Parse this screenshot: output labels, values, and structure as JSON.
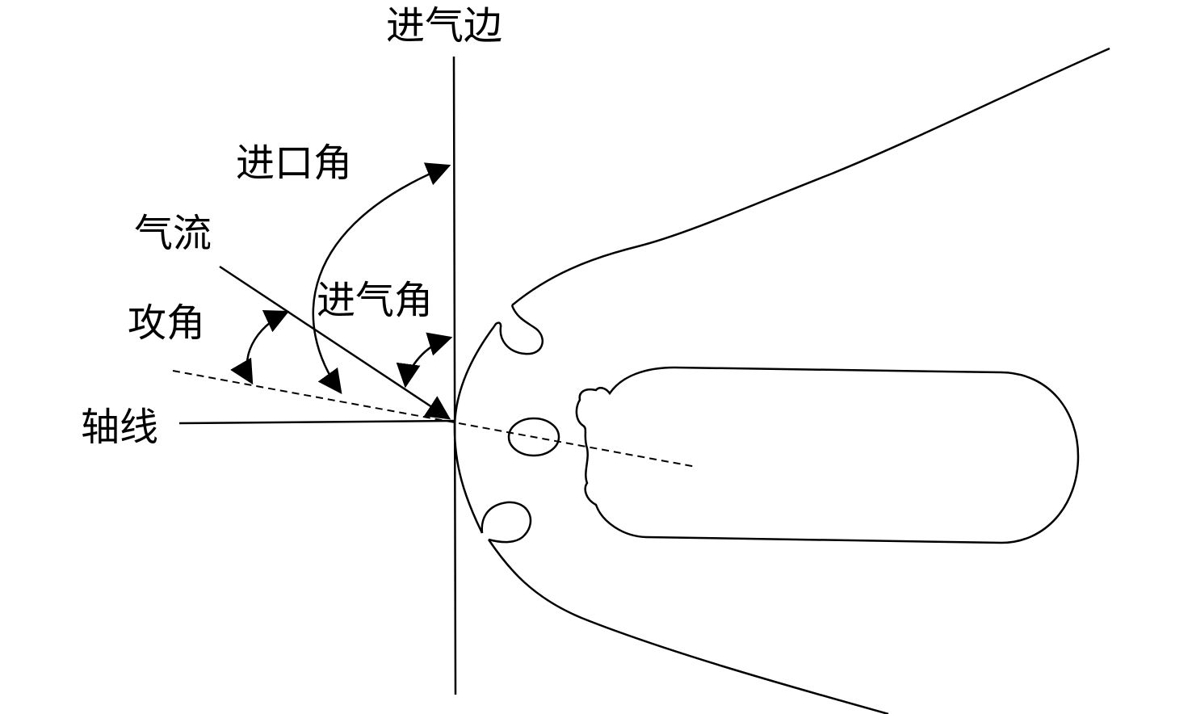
{
  "labels": {
    "leading_edge": "进气边",
    "inlet_angle": "进口角",
    "airflow": "气流",
    "inflow_angle": "进气角",
    "attack_angle": "攻角",
    "axis": "轴线"
  },
  "colors": {
    "line": "#000000",
    "background": "#ffffff"
  }
}
